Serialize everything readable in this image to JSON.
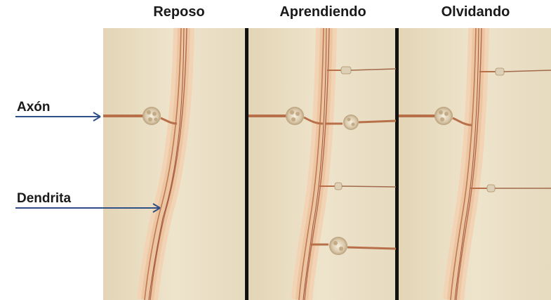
{
  "panels": [
    {
      "title": "Reposo"
    },
    {
      "title": "Aprendiendo"
    },
    {
      "title": "Olvidando"
    }
  ],
  "labels": {
    "axon": "Axón",
    "dendrite": "Dendrita"
  },
  "colors": {
    "background": "#e8dcc0",
    "dendrite_sheath": "#f2d3b3",
    "dendrite_core": "#c07a52",
    "axon": "#b8704a",
    "divider": "#111111",
    "arrow": "#2f4f86"
  }
}
